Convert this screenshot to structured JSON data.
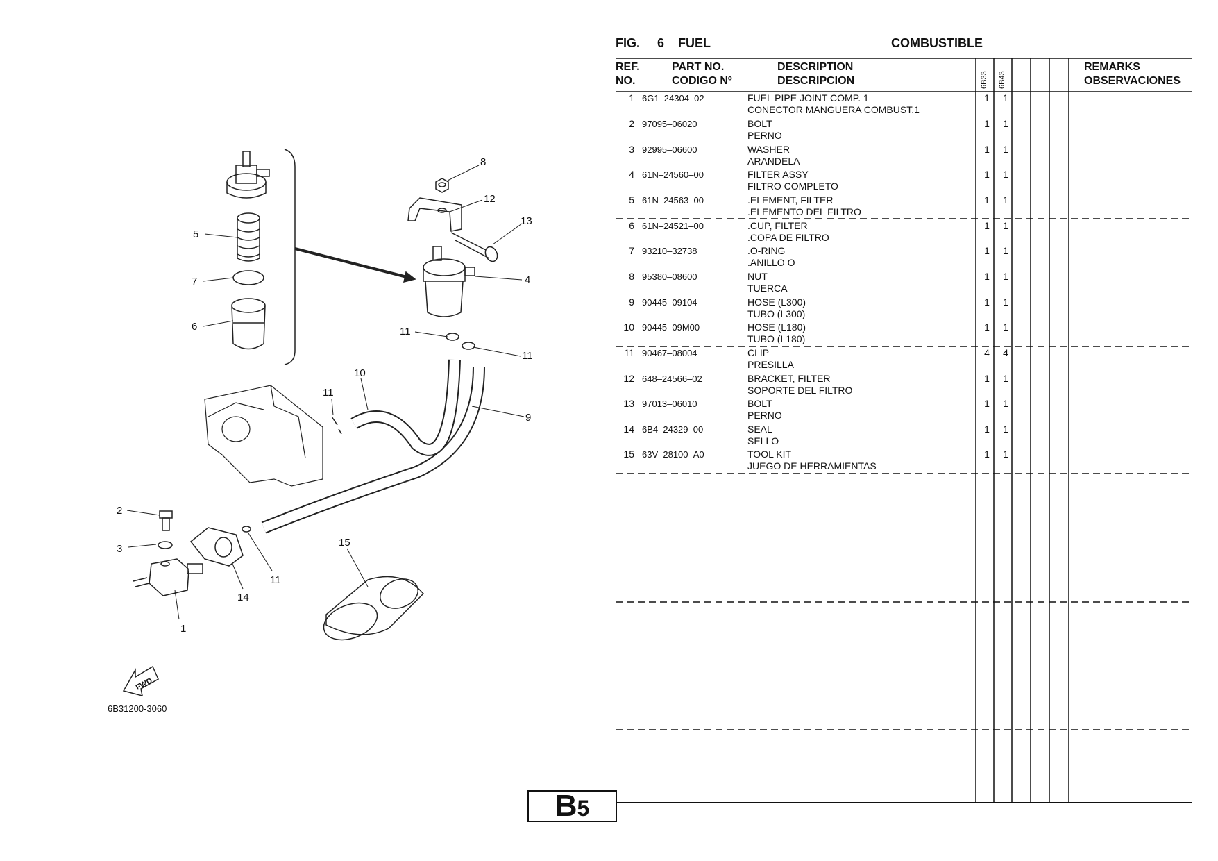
{
  "figure": {
    "label": "FIG.",
    "number": "6",
    "title_en": "FUEL",
    "title_es": "COMBUSTIBLE"
  },
  "headers": {
    "ref_en": "REF.",
    "ref_es": "NO.",
    "part_en": "PART NO.",
    "part_es": "CODIGO Nº",
    "desc_en": "DESCRIPTION",
    "desc_es": "DESCRIPCION",
    "remarks_en": "REMARKS",
    "remarks_es": "OBSERVACIONES",
    "model1": "6B33",
    "model2": "6B43"
  },
  "parts": [
    {
      "ref": "1",
      "part": "6G1–24304–02",
      "desc_en": "FUEL PIPE JOINT COMP. 1",
      "desc_es": "CONECTOR MANGUERA COMBUST.1",
      "q1": "1",
      "q2": "1"
    },
    {
      "ref": "2",
      "part": "97095–06020",
      "desc_en": "BOLT",
      "desc_es": "PERNO",
      "q1": "1",
      "q2": "1"
    },
    {
      "ref": "3",
      "part": "92995–06600",
      "desc_en": "WASHER",
      "desc_es": "ARANDELA",
      "q1": "1",
      "q2": "1"
    },
    {
      "ref": "4",
      "part": "61N–24560–00",
      "desc_en": "FILTER ASSY",
      "desc_es": "FILTRO COMPLETO",
      "q1": "1",
      "q2": "1"
    },
    {
      "ref": "5",
      "part": "61N–24563–00",
      "desc_en": ".ELEMENT, FILTER",
      "desc_es": ".ELEMENTO DEL FILTRO",
      "q1": "1",
      "q2": "1"
    },
    {
      "ref": "6",
      "part": "61N–24521–00",
      "desc_en": ".CUP, FILTER",
      "desc_es": ".COPA DE FILTRO",
      "q1": "1",
      "q2": "1"
    },
    {
      "ref": "7",
      "part": "93210–32738",
      "desc_en": ".O-RING",
      "desc_es": ".ANILLO O",
      "q1": "1",
      "q2": "1"
    },
    {
      "ref": "8",
      "part": "95380–08600",
      "desc_en": "NUT",
      "desc_es": "TUERCA",
      "q1": "1",
      "q2": "1"
    },
    {
      "ref": "9",
      "part": "90445–09104",
      "desc_en": "HOSE (L300)",
      "desc_es": "TUBO (L300)",
      "q1": "1",
      "q2": "1"
    },
    {
      "ref": "10",
      "part": "90445–09M00",
      "desc_en": "HOSE (L180)",
      "desc_es": "TUBO (L180)",
      "q1": "1",
      "q2": "1"
    },
    {
      "ref": "11",
      "part": "90467–08004",
      "desc_en": "CLIP",
      "desc_es": "PRESILLA",
      "q1": "4",
      "q2": "4"
    },
    {
      "ref": "12",
      "part": "648–24566–02",
      "desc_en": "BRACKET, FILTER",
      "desc_es": "SOPORTE DEL FILTRO",
      "q1": "1",
      "q2": "1"
    },
    {
      "ref": "13",
      "part": "97013–06010",
      "desc_en": "BOLT",
      "desc_es": "PERNO",
      "q1": "1",
      "q2": "1"
    },
    {
      "ref": "14",
      "part": "6B4–24329–00",
      "desc_en": "SEAL",
      "desc_es": "SELLO",
      "q1": "1",
      "q2": "1"
    },
    {
      "ref": "15",
      "part": "63V–28100–A0",
      "desc_en": "TOOL KIT",
      "desc_es": "JUEGO DE HERRAMIENTAS",
      "q1": "1",
      "q2": "1"
    }
  ],
  "diagram": {
    "code": "6B31200-3060",
    "fwd": "FWD",
    "callouts": [
      "1",
      "2",
      "3",
      "4",
      "5",
      "6",
      "7",
      "8",
      "9",
      "10",
      "11",
      "11",
      "11",
      "11",
      "12",
      "13",
      "14",
      "15"
    ]
  },
  "page": {
    "letter": "B",
    "number": "5"
  }
}
